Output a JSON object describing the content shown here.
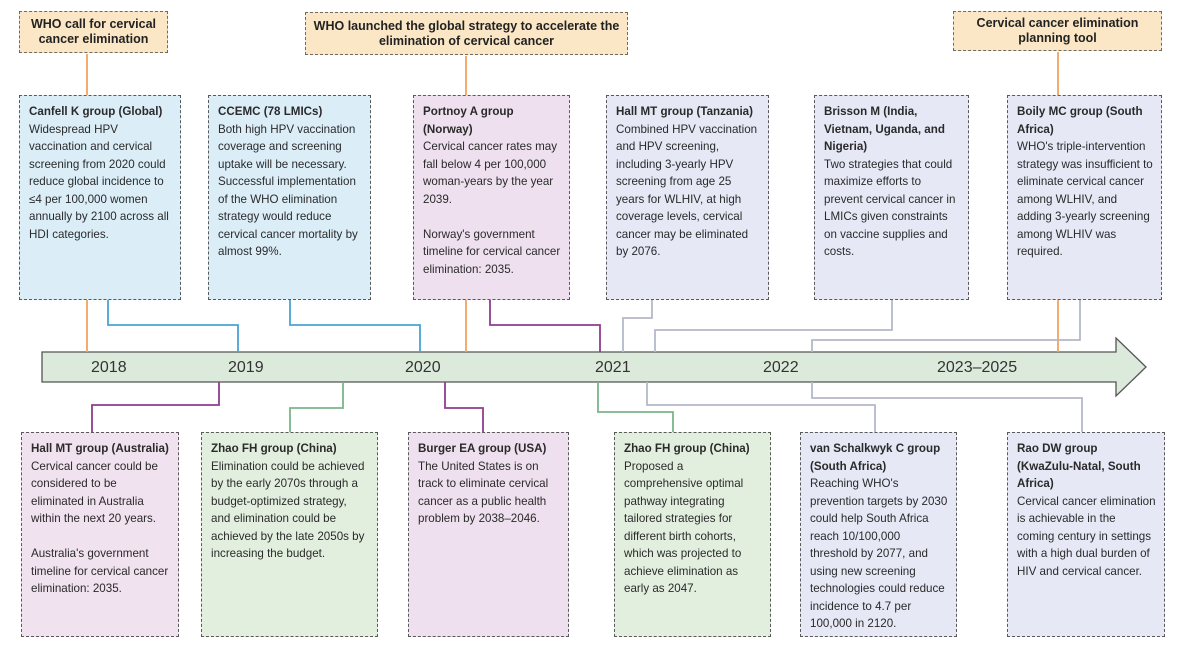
{
  "callouts": {
    "c2018": "WHO call for cervical cancer elimination",
    "c2020": "WHO launched the global strategy to accelerate the elimination of cervical cancer",
    "c2023": "Cervical cancer elimination planning tool"
  },
  "years": [
    "2018",
    "2019",
    "2020",
    "2021",
    "2022",
    "2023–2025"
  ],
  "top_cards": [
    {
      "title": "Canfell K group (Global)",
      "body": "Widespread HPV vaccination and cervical screening from 2020 could reduce global incidence to ≤4 per 100,000 women annually by 2100 across all HDI categories."
    },
    {
      "title": "CCEMC (78 LMICs)",
      "body": "Both high HPV vaccination coverage and screening uptake will be necessary. Successful implementation of the WHO elimination strategy would reduce cervical cancer mortality by almost 99%."
    },
    {
      "title": "Portnoy A group (Norway)",
      "body": "Cervical cancer rates may fall below 4 per 100,000 woman-years by the year 2039.\n\nNorway's government timeline for cervical cancer elimination: 2035."
    },
    {
      "title": "Hall MT group (Tanzania)",
      "body": "Combined HPV vaccination and HPV screening, including 3-yearly HPV screening from age 25 years for WLHIV, at high coverage levels, cervical cancer may be eliminated by 2076."
    },
    {
      "title": "Brisson M (India, Vietnam, Uganda, and Nigeria)",
      "body": "Two strategies that could maximize efforts to prevent cervical cancer in LMICs given constraints on vaccine supplies and costs."
    },
    {
      "title": "Boily MC group (South Africa)",
      "body": "WHO's triple-intervention strategy was insufficient to eliminate cervical cancer among WLHIV, and adding 3-yearly screening among WLHIV was required."
    }
  ],
  "bottom_cards": [
    {
      "title": "Hall MT group (Australia)",
      "body": "Cervical cancer could be considered to be eliminated in Australia within the next 20 years.\n\nAustralia's government timeline for cervical cancer elimination: 2035."
    },
    {
      "title": "Zhao FH group (China)",
      "body": "Elimination could be achieved by the early 2070s through a budget-optimized strategy, and elimination could be achieved by the late 2050s by increasing the budget."
    },
    {
      "title": "Burger EA group (USA)",
      "body": "The United States is on track to eliminate cervical cancer as a public health problem by 2038–2046."
    },
    {
      "title": "Zhao FH group (China)",
      "body": "Proposed a comprehensive optimal pathway integrating tailored strategies for different birth cohorts, which was projected to achieve elimination as early as 2047."
    },
    {
      "title": "van Schalkwyk C group (South Africa)",
      "body": "Reaching WHO's prevention targets by 2030 could help South Africa reach 10/100,000 threshold by 2077, and using new screening technologies could reduce incidence to 4.7 per 100,000 in 2120."
    },
    {
      "title": "Rao DW group (KwaZulu-Natal, South Africa)",
      "body": "Cervical cancer elimination is achievable in the coming century in settings with a high dual burden of HIV and cervical cancer."
    }
  ],
  "colors": {
    "orange_line": "#f2a35e",
    "blue_line": "#4aa3d6",
    "purple_line": "#8e3c8e",
    "green_line": "#7bb58a",
    "gray_line": "#b5b8c8",
    "arrow_fill": "#dceadb",
    "arrow_stroke": "#555555"
  }
}
